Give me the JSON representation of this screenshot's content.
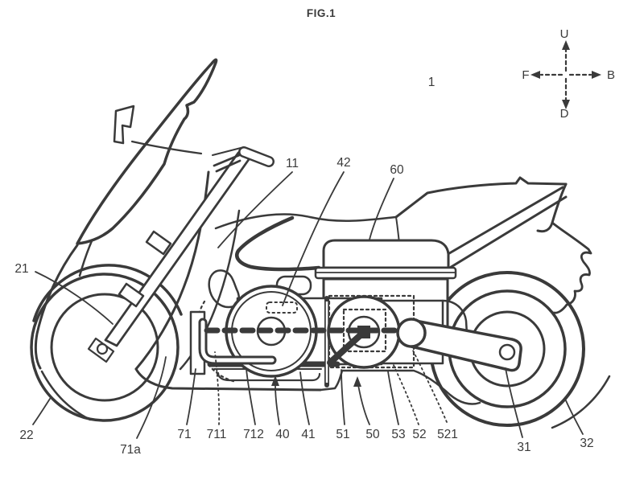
{
  "figure": {
    "title": "FIG.1",
    "vehicle_reference": "1"
  },
  "compass": {
    "up": "U",
    "down": "D",
    "front": "F",
    "back": "B"
  },
  "part_labels": {
    "n11": "11",
    "n21": "21",
    "n22": "22",
    "n31": "31",
    "n32": "32",
    "n40": "40",
    "n41": "41",
    "n42": "42",
    "n50": "50",
    "n51": "51",
    "n52": "52",
    "n53": "53",
    "n60": "60",
    "n71": "71",
    "n71a": "71a",
    "n711": "711",
    "n712": "712",
    "n521": "521"
  },
  "colors": {
    "line": "#3a3a3a",
    "background": "#ffffff"
  }
}
